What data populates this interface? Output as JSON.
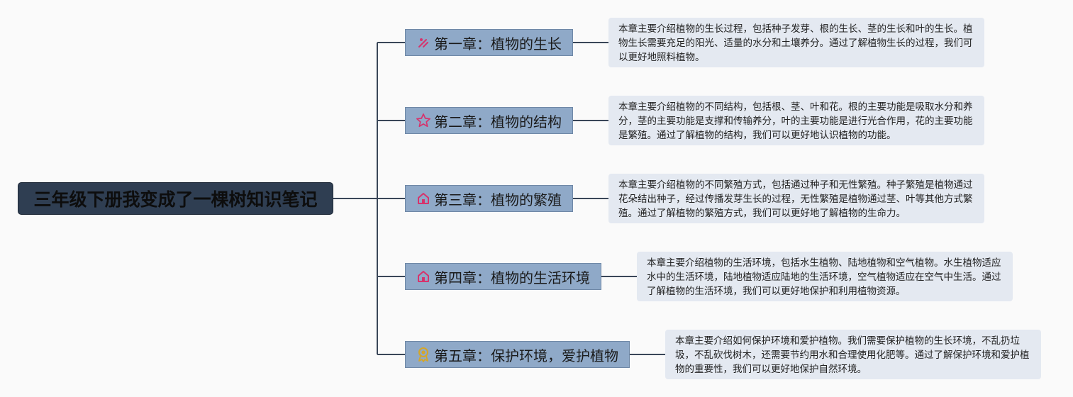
{
  "root": {
    "title": "三年级下册我变成了一棵树知识笔记"
  },
  "chapters": [
    {
      "label": "第一章：植物的生长",
      "icon": "sparkle-icon",
      "note": "本章主要介绍植物的生长过程，包括种子发芽、根的生长、茎的生长和叶的生长。植物生长需要充足的阳光、适量的水分和土壤养分。通过了解植物生长的过程，我们可以更好地照料植物。"
    },
    {
      "label": "第二章：植物的结构",
      "icon": "star-icon",
      "note": "本章主要介绍植物的不同结构，包括根、茎、叶和花。根的主要功能是吸取水分和养分，茎的主要功能是支撑和传输养分，叶的主要功能是进行光合作用，花的主要功能是繁殖。通过了解植物的结构，我们可以更好地认识植物的功能。"
    },
    {
      "label": "第三章：植物的繁殖",
      "icon": "house-icon",
      "note": "本章主要介绍植物的不同繁殖方式，包括通过种子和无性繁殖。种子繁殖是植物通过花朵结出种子，经过传播发芽生长的过程，无性繁殖是植物通过茎、叶等其他方式繁殖。通过了解植物的繁殖方式，我们可以更好地了解植物的生命力。"
    },
    {
      "label": "第四章：植物的生活环境",
      "icon": "house-icon",
      "note": "本章主要介绍植物的生活环境，包括水生植物、陆地植物和空气植物。水生植物适应水中的生活环境，陆地植物适应陆地的生活环境，空气植物适应在空气中生活。通过了解植物的生活环境，我们可以更好地保护和利用植物资源。"
    },
    {
      "label": "第五章：保护环境，爱护植物",
      "icon": "award-icon",
      "note": "本章主要介绍如何保护环境和爱护植物。我们需要保护植物的生长环境，不乱扔垃圾，不乱砍伐树木，还需要节约用水和合理使用化肥等。通过了解保护环境和爱护植物的重要性，我们可以更好地保护自然环境。"
    }
  ],
  "colors": {
    "root_bg": "#2f3e52",
    "chapter_bg": "#8fa9c8",
    "note_bg": "#e4e9f1",
    "connector": "#3a4658",
    "icon_pink": "#d6336c",
    "icon_gold": "#d4a62a"
  }
}
